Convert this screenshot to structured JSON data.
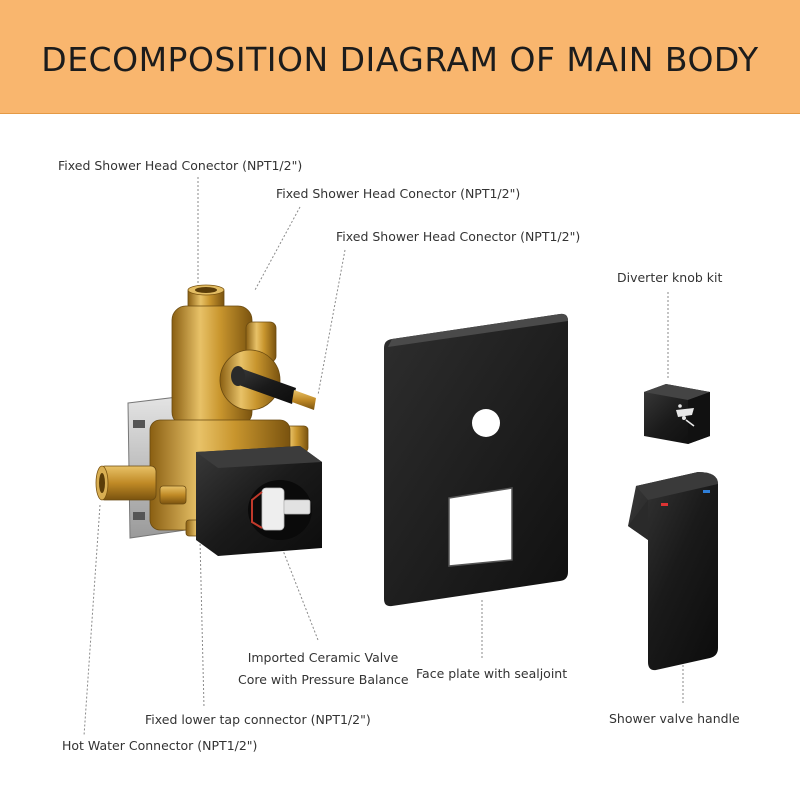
{
  "header": {
    "title": "DECOMPOSITION DIAGRAM OF MAIN BODY"
  },
  "labels": {
    "fixed_head_1": "Fixed Shower Head Conector (NPT1/2\")",
    "fixed_head_2": "Fixed Shower Head Conector (NPT1/2\")",
    "fixed_head_3": "Fixed Shower Head Conector (NPT1/2\")",
    "diverter_knob": "Diverter knob kit",
    "valve_core_line1": "Imported Ceramic Valve",
    "valve_core_line2": "Core with Pressure Balance",
    "face_plate": "Face plate with sealjoint",
    "lower_tap": "Fixed lower tap connector (NPT1/2\")",
    "hot_water": "Hot Water Connector (NPT1/2\")",
    "valve_handle": "Shower valve handle"
  },
  "colors": {
    "banner": "#f9b66e",
    "brass": "#c9962e",
    "matte_black": "#1b1b1b",
    "leader": "#8a8a8a"
  },
  "icons": {
    "diverter_symbols": [
      "bathtub-icon",
      "hand-shower-icon"
    ]
  }
}
